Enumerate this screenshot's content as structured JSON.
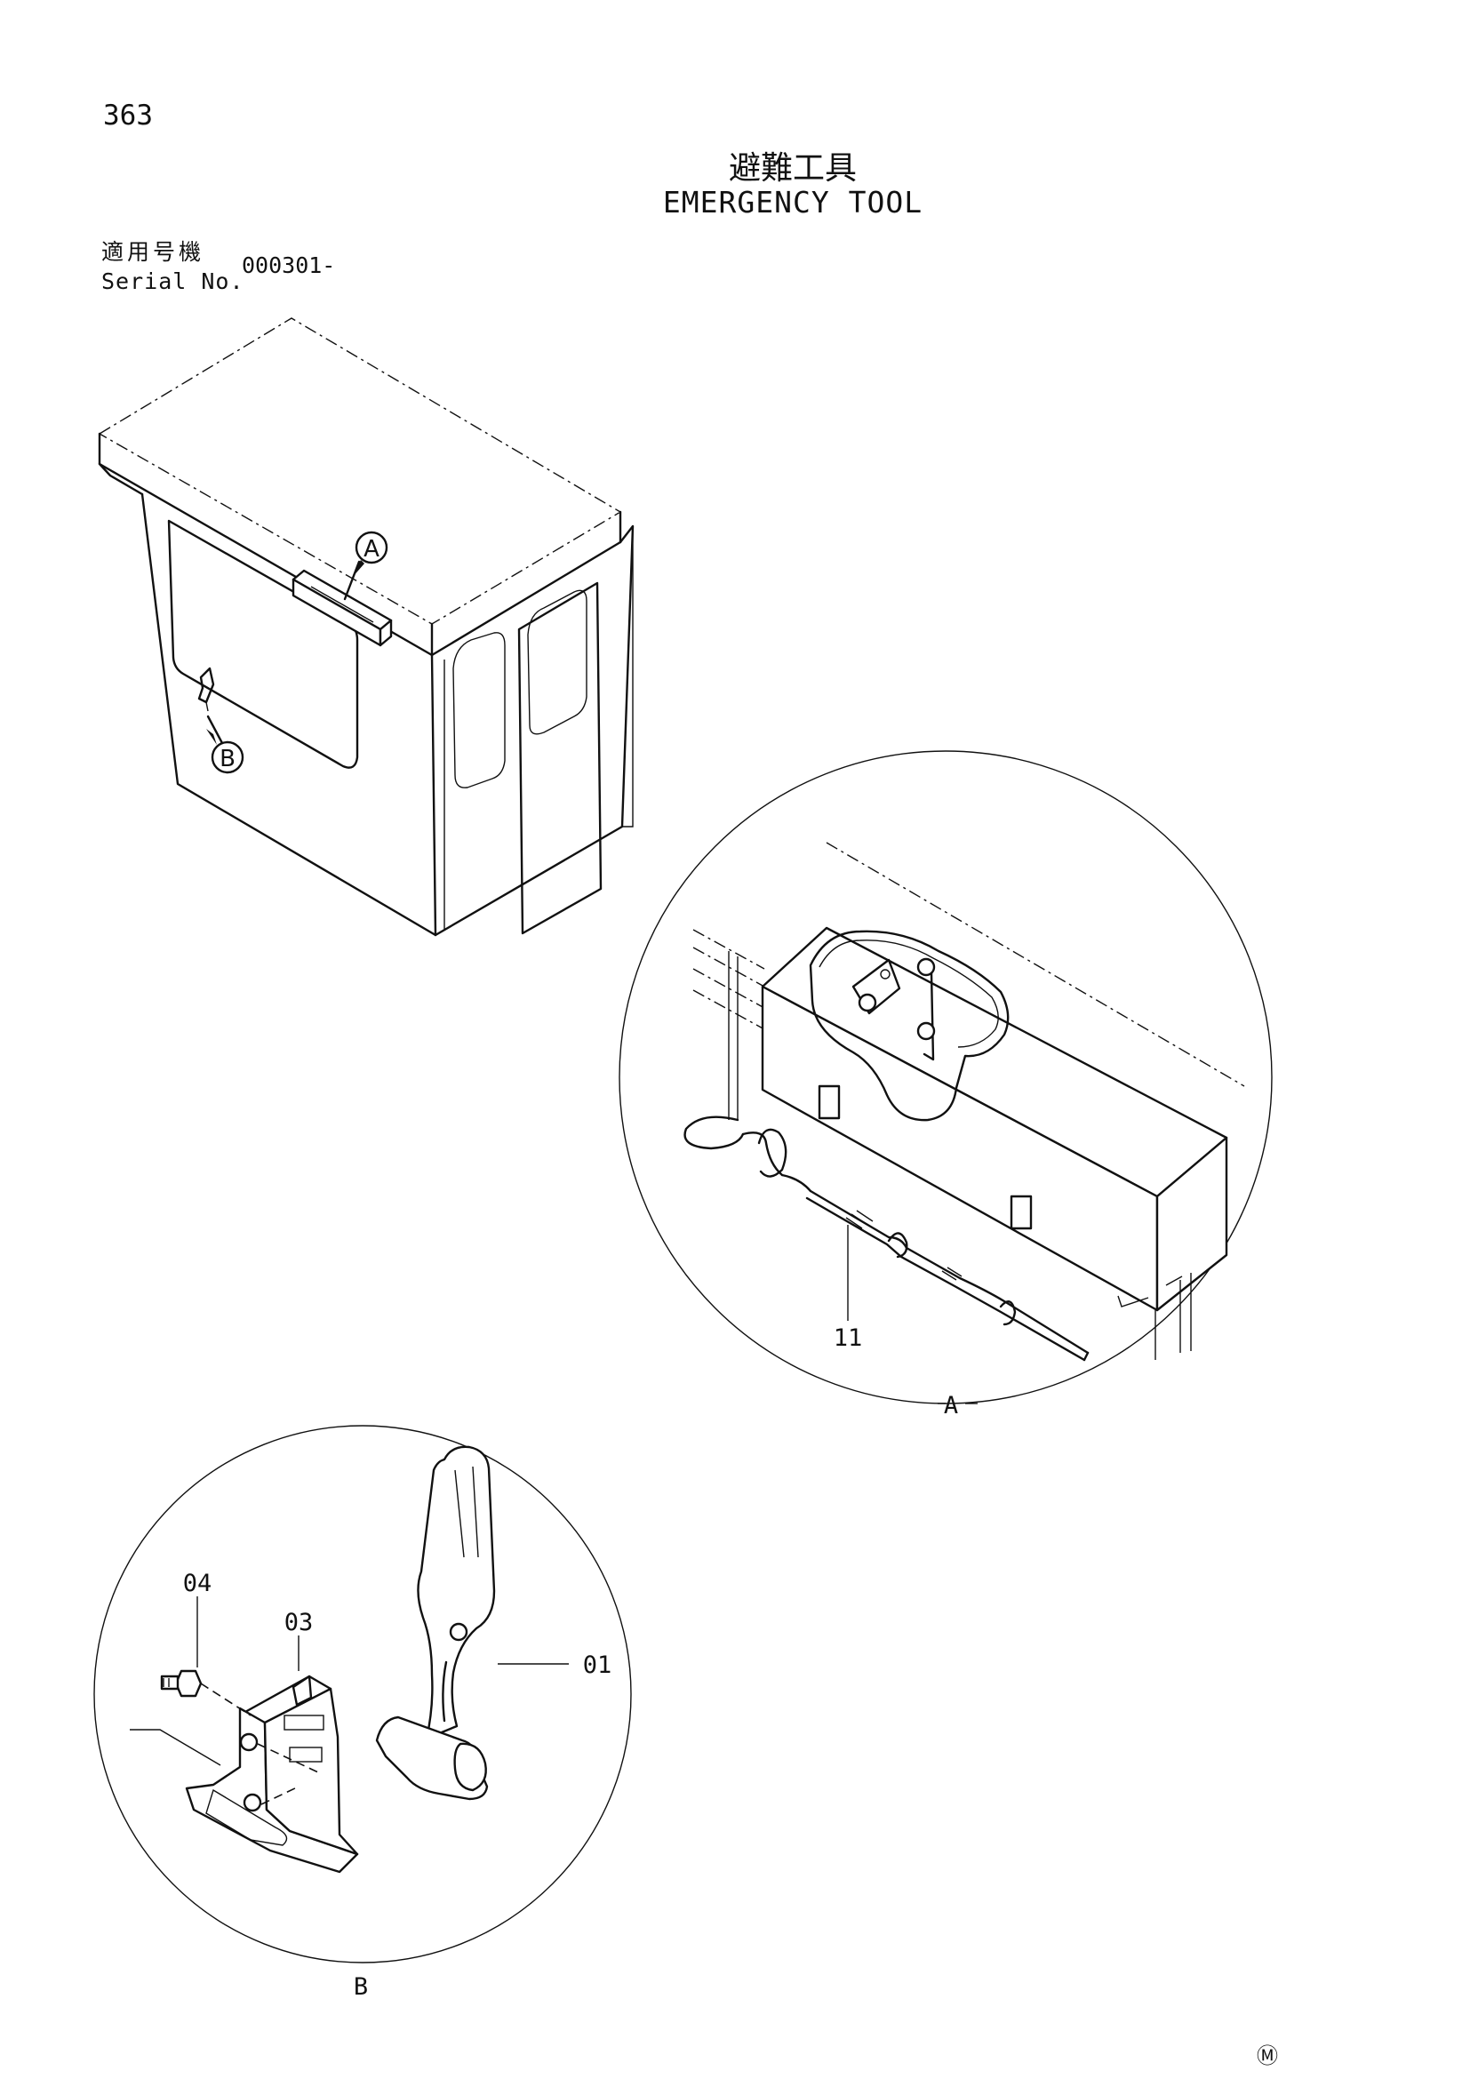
{
  "page": {
    "number": "363",
    "mark": "Ⓜ"
  },
  "title": {
    "ja": "避難工具",
    "en": "EMERGENCY TOOL"
  },
  "serial": {
    "label_ja": "適用号機",
    "label_en": "Serial No.",
    "value": "000301-"
  },
  "callouts": {
    "a": "A",
    "b": "B"
  },
  "detail_labels": {
    "a": "A",
    "b": "B"
  },
  "parts": {
    "p01": "01",
    "p03": "03",
    "p04": "04",
    "p11": "11"
  }
}
